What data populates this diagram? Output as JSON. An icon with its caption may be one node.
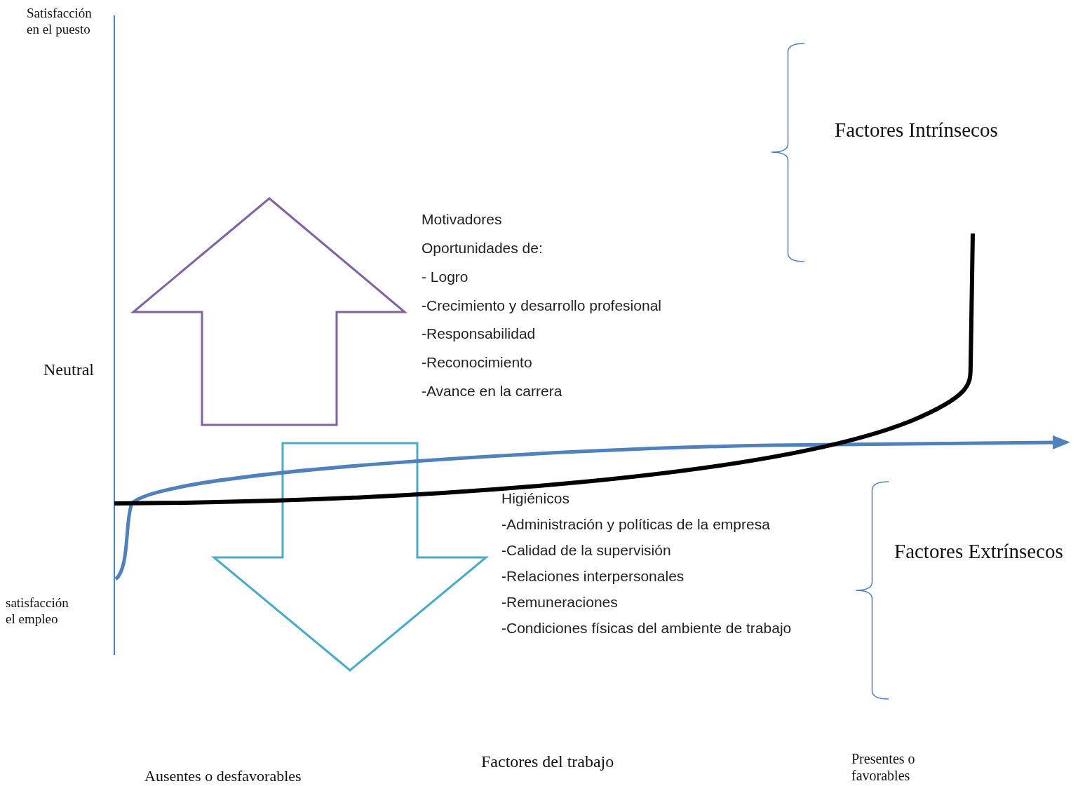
{
  "diagram": {
    "labels": [
      "Satisfacción en el puesto",
      "Factores Intrínsecos",
      "Motivadores",
      "Oportunidades de:",
      "- Logro",
      "-Crecimiento y desarrollo profesional",
      "-Responsabilidad",
      "-Reconocimiento",
      "-Avance en la carrera",
      "Neutral",
      "Higiénicos",
      "-Administración y políticas de la empresa",
      "-Calidad de la supervisión",
      "-Relaciones interpersonales",
      "-Remuneraciones",
      "-Condiciones físicas del ambiente de trabajo",
      "Factores Extrínsecos",
      "satisfacción el empleo",
      "Factores del trabajo",
      "Presentes o favorables",
      "Ausentes o desfavorables"
    ]
  }
}
